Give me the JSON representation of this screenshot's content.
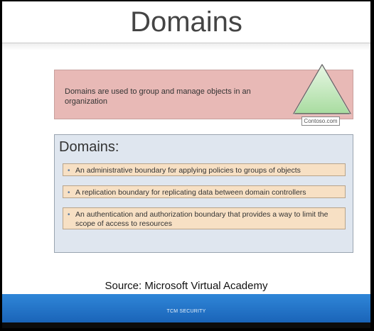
{
  "slide": {
    "title": "Domains",
    "callout": {
      "text": "Domains are used to group and manage objects in an organization",
      "badge_label": "Contoso.com",
      "badge_icon": "triangle-domain-icon",
      "bg_color": "#e8b9b6"
    },
    "panel": {
      "heading": "Domains:",
      "bg_color": "#dfe6ef",
      "bullets": [
        "An administrative boundary for applying policies to groups of objects",
        "A replication boundary for replicating data between domain controllers",
        "An authentication and authorization boundary that provides a way to limit the scope of access to resources"
      ]
    },
    "source": "Source: Microsoft Virtual Academy",
    "footer": {
      "text": "TCM SECURITY",
      "bg_color": "#2f86d8"
    }
  }
}
